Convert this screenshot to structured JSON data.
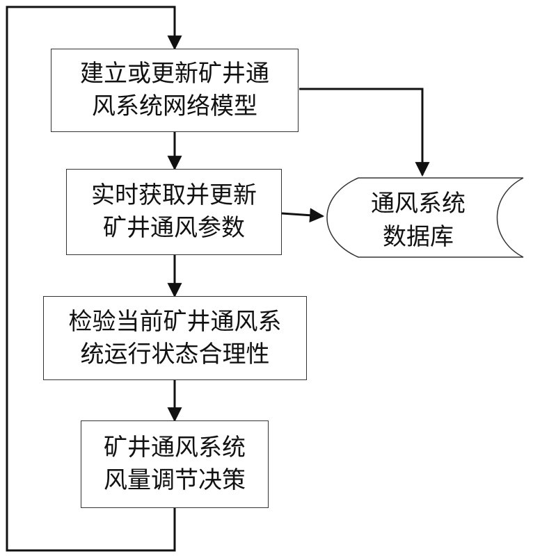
{
  "nodes": {
    "model": {
      "line1": "建立或更新矿井通",
      "line2": "风系统网络模型"
    },
    "acquire": {
      "line1": "实时获取并更新",
      "line2": "矿井通风参数"
    },
    "check": {
      "line1": "检验当前矿井通风系",
      "line2": "统运行状态合理性"
    },
    "decide": {
      "line1": "矿井通风系统",
      "line2": "风量调节决策"
    },
    "database": {
      "line1": "通风系统",
      "line2": "数据库"
    }
  },
  "colors": {
    "line": "#111111",
    "border": "#333333",
    "text": "#111111"
  }
}
